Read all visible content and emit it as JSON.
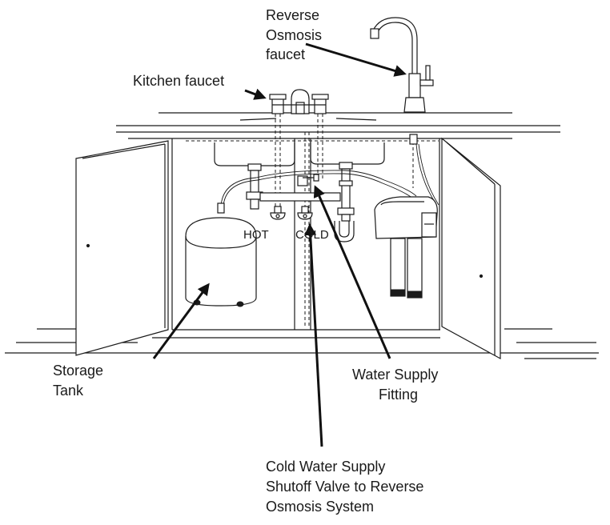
{
  "labels": {
    "ro_faucet": [
      "Reverse",
      "Osmosis",
      "faucet"
    ],
    "kitchen_faucet": "Kitchen faucet",
    "hot": "HOT",
    "cold": "COLD",
    "storage_tank": [
      "Storage",
      "Tank"
    ],
    "water_supply_fitting": [
      "Water Supply",
      "Fitting"
    ],
    "shutoff_valve": [
      "Cold Water Supply",
      "Shutoff Valve to Reverse",
      "Osmosis System"
    ]
  },
  "colors": {
    "line": "#1a1a1a",
    "background": "#ffffff"
  }
}
